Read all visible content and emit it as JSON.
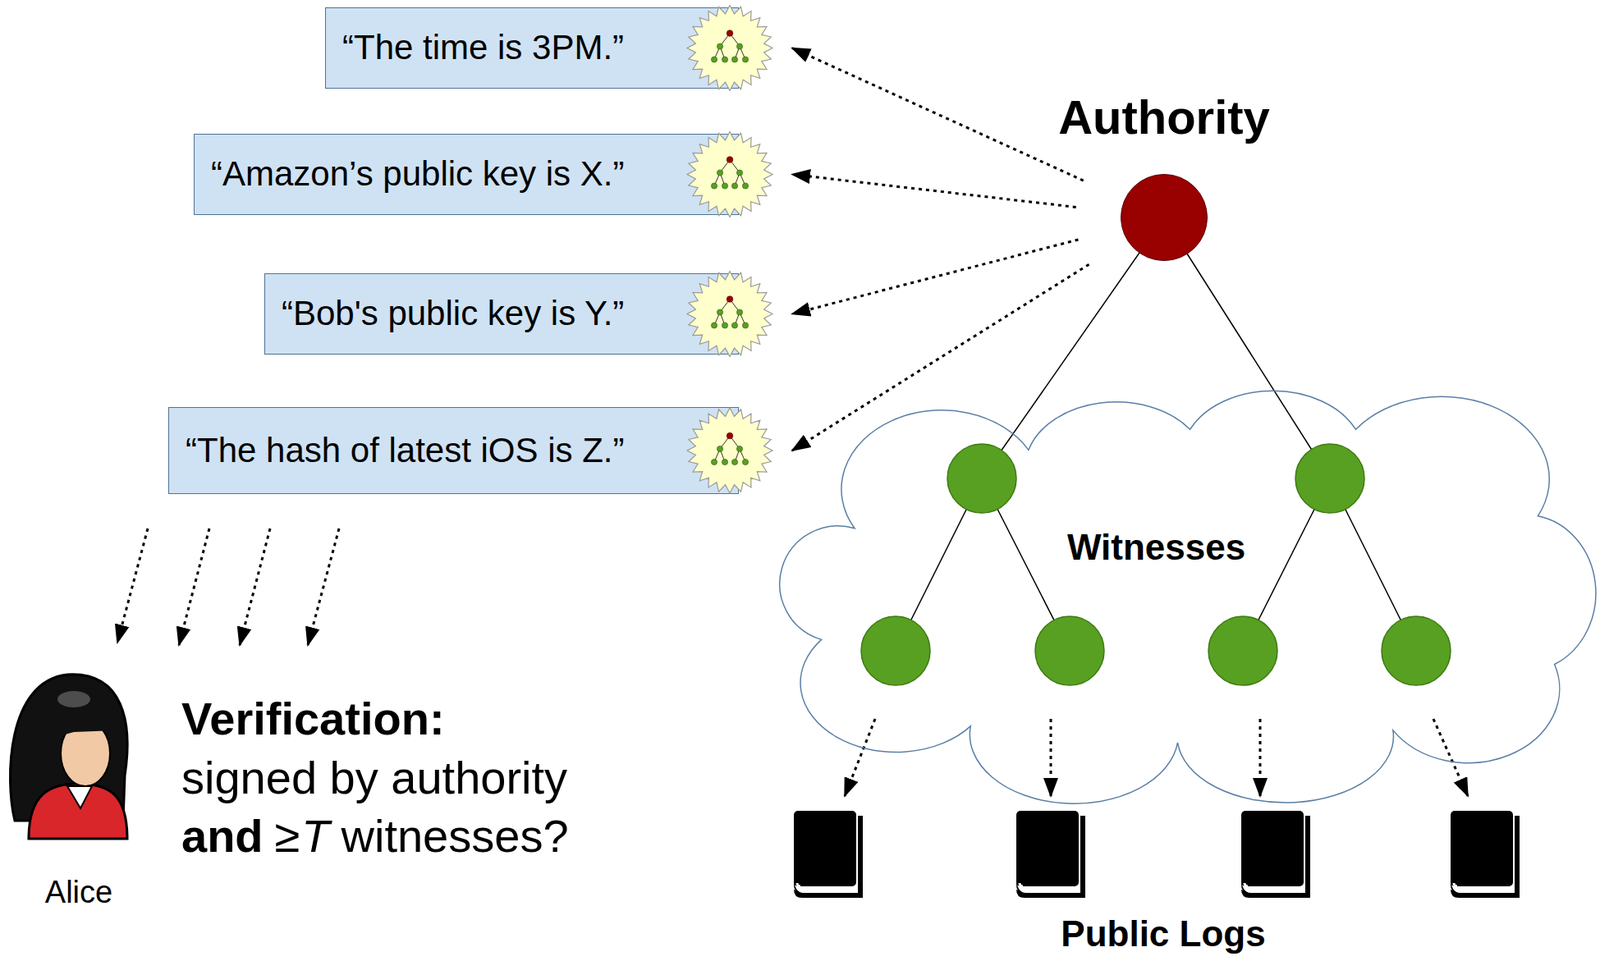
{
  "diagram": {
    "nodes": [
      {
        "text": [
          "“The time is 3PM.”"
        ]
      },
      {
        "text": [
          "“Amazon’s public key is X.”"
        ]
      },
      {
        "text": [
          "“Bob's public key is Y.”"
        ]
      },
      {
        "text": [
          "“The hash of latest iOS is Z.”"
        ]
      },
      {
        "text": [
          "Authority"
        ]
      },
      {
        "text": [
          "Witnesses"
        ]
      }
    ],
    "edges": [
      {
        "from": 4,
        "to": 0,
        "arrow": "to"
      },
      {
        "from": 4,
        "to": 1,
        "arrow": "to"
      },
      {
        "from": 4,
        "to": 2,
        "arrow": "to"
      },
      {
        "from": 4,
        "to": 3,
        "arrow": "to"
      }
    ],
    "labels": [
      "Verification:",
      "signed by authority",
      "and",
      "≥",
      "T",
      "witnesses?",
      "Alice",
      "Public Logs"
    ]
  }
}
